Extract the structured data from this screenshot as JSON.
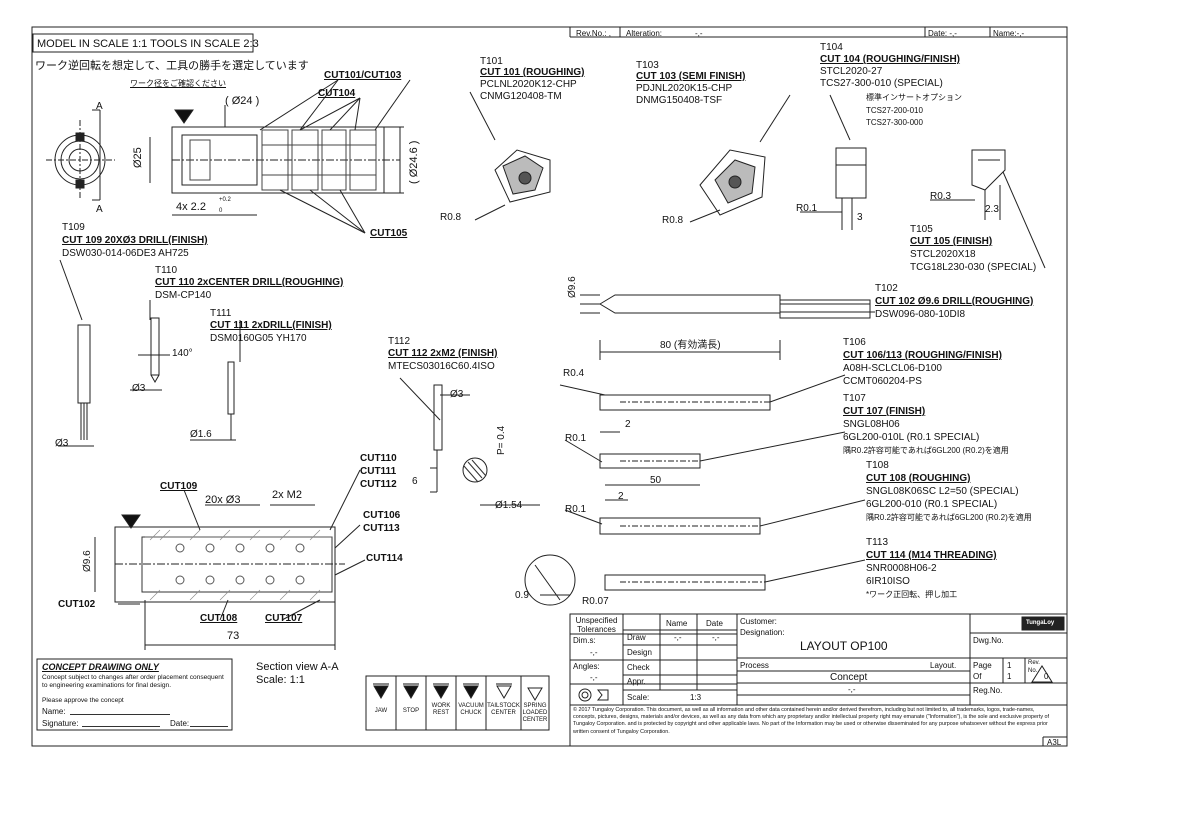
{
  "header_row": {
    "rev_no": "Rev.No.: ,",
    "alteration": "Alteration:",
    "alteration_value": "-,-",
    "date": "Date: -,-",
    "name": "Name:-,-"
  },
  "scale_title": "MODEL IN SCALE 1:1 TOOLS IN SCALE 2:3",
  "jp_main_note": "ワーク逆回転を想定して、工具の勝手を選定しています",
  "jp_diameter_note": "ワーク径をご確認ください",
  "part_view": {
    "cut_labels": [
      "CUT101/CUT103",
      "CUT104",
      "CUT105"
    ],
    "dims": {
      "d24_paren": "( Ø24 )",
      "d25": "Ø25",
      "d24_6": "( Ø24.6 )",
      "groove": "4x 2.2",
      "tol_plus": "+0.2",
      "tol_zero": "0"
    },
    "section_marks": [
      "A",
      "A"
    ]
  },
  "tools": {
    "t101": {
      "station": "T101",
      "title": "CUT 101 (ROUGHING)",
      "lines": [
        "PCLNL2020K12-CHP",
        "CNMG120408-TM"
      ],
      "radius": "R0.8"
    },
    "t103": {
      "station": "T103",
      "title": "CUT 103 (SEMI FINISH)",
      "lines": [
        "PDJNL2020K15-CHP",
        "DNMG150408-TSF"
      ],
      "radius": "R0.8"
    },
    "t104": {
      "station": "T104",
      "title": "CUT 104 (ROUGHING/FINISH)",
      "lines": [
        "STCL2020-27",
        "TCS27-300-010 (SPECIAL)"
      ],
      "jp_option": "標準インサートオプション",
      "options": [
        "TCS27-200-010",
        "TCS27-300-000"
      ],
      "radius": "R0.1",
      "dim": "3"
    },
    "t105": {
      "station": "T105",
      "title": "CUT 105 (FINISH)",
      "lines": [
        "STCL2020X18",
        "TCG18L230-030 (SPECIAL)"
      ],
      "radius": "R0.3",
      "dim": "2.3"
    },
    "t109": {
      "station": "T109",
      "title": "CUT 109  20XØ3 DRILL(FINISH)",
      "line": "DSW030-014-06DE3 AH725",
      "dim": "Ø3"
    },
    "t110": {
      "station": "T110",
      "title": "CUT 110  2xCENTER DRILL(ROUGHING)",
      "line": "DSM-CP140",
      "angle": "140°",
      "dim": "Ø3"
    },
    "t111": {
      "station": "T111",
      "title": "CUT 111  2xDRILL(FINISH)",
      "line": "DSM0160G05 YH170",
      "dim": "Ø1.6"
    },
    "t112": {
      "station": "T112",
      "title": "CUT 112  2xM2 (FINISH)",
      "line": "MTECS03016C60.4ISO",
      "dim_d": "Ø3",
      "dim_len": "6",
      "pitch": "P= 0.4",
      "dim_small": "Ø1.54"
    },
    "t102": {
      "station": "T102",
      "title": "CUT 102  Ø9.6 DRILL(ROUGHING)",
      "line": "DSW096-080-10DI8",
      "dim_d": "Ø9.6",
      "dim_len": "80 (有効満長)"
    },
    "t106": {
      "station": "T106",
      "title": "CUT 106/113 (ROUGHING/FINISH)",
      "lines": [
        "A08H-SCLCL06-D100",
        "CCMT060204-PS"
      ],
      "radius": "R0.4"
    },
    "t107": {
      "station": "T107",
      "title": "CUT 107 (FINISH)",
      "lines": [
        "SNGL08H06",
        "6GL200-010L (R0.1 SPECIAL)"
      ],
      "jp_note": "隅R0.2許容可能であれば6GL200 (R0.2)を適用",
      "radius": "R0.1",
      "dim": "2"
    },
    "t108": {
      "station": "T108",
      "title": "CUT 108 (ROUGHING)",
      "lines": [
        "SNGL08K06SC L2=50 (SPECIAL)",
        "6GL200-010  (R0.1 SPECIAL)"
      ],
      "jp_note": "隅R0.2許容可能であれば6GL200 (R0.2)を適用",
      "radius": "R0.1",
      "dim_a": "50",
      "dim_b": "2"
    },
    "t113": {
      "station": "T113",
      "title": "CUT 114 (M14 THREADING)",
      "lines": [
        "SNR0008H06-2",
        "6IR10ISO"
      ],
      "jp_note": "*ワーク正回転、押し加工"
    }
  },
  "section_view": {
    "labels": [
      "CUT109",
      "CUT110",
      "CUT111",
      "CUT112",
      "CUT106",
      "CUT113",
      "CUT114",
      "CUT102",
      "CUT108",
      "CUT107"
    ],
    "dims": {
      "holes": "20x Ø3",
      "threads": "2x M2",
      "bore": "Ø9.6",
      "length": "73"
    },
    "caption": "Section view A-A",
    "scale": "Scale:  1:1"
  },
  "detail": {
    "r": "R0.07",
    "d": "0.9"
  },
  "concept_box": {
    "title": "CONCEPT DRAWING ONLY",
    "text": "Concept subject to changes after order placement consequent to engineering examinations for final design.",
    "approve": "Please approve the concept",
    "name_label": "Name:",
    "signature_label": "Signature:",
    "date_label": "Date:"
  },
  "fixture_symbols": [
    {
      "label": "JAW"
    },
    {
      "label": "STOP"
    },
    {
      "label": "WORK REST"
    },
    {
      "label": "VACUUM CHUCK"
    },
    {
      "label": "TAILSTOCK CENTER"
    },
    {
      "label": "SPRING LOADED CENTER"
    }
  ],
  "title_block": {
    "unspecified_tolerances": "Unspecified Tolerances",
    "dims_label": "Dim.s:",
    "dims_value": "-,-",
    "angles_label": "Angles:",
    "angles_value": "-,-",
    "col_name": "Name",
    "col_date": "Date",
    "rows": [
      "Draw",
      "Design",
      "Check",
      "Appr."
    ],
    "draw_name": "-,-",
    "draw_date": "-,-",
    "scale_label": "Scale:",
    "scale_value": "1:3",
    "customer_label": "Customer:",
    "designation_label": "Designation:",
    "designation_value": "LAYOUT OP100",
    "process_label": "Process",
    "process_right": "Layout.",
    "process_value": "Concept",
    "process_sub": "-,-",
    "logo_text": "TungaLoy",
    "dwg_no": "Dwg.No.",
    "page_label": "Page",
    "page_value": "1",
    "of_label": "Of",
    "of_value": "1",
    "rev_label": "Rev.",
    "no_label": "No.",
    "rev_value": "0",
    "reg_no": "Reg.No.",
    "sheet_size": "A3L",
    "legal": "© 2017 Tungaloy Corporation. This document, as well as all information and other data contained herein and/or derived therefrom, including but not limited to, all trademarks, logos, trade-names, concepts, pictures, designs, materials and/or devices, as well as any data from which any proprietary and/or intellectual property right may emanate (\"Information\"), is the sole and exclusive property of Tungaloy Corporation. and is protected by copyright and other applicable laws. No part of the Information may be used or otherwise disseminated for any purpose whatsoever without the express prior written consent of Tungaloy Corporation."
  }
}
